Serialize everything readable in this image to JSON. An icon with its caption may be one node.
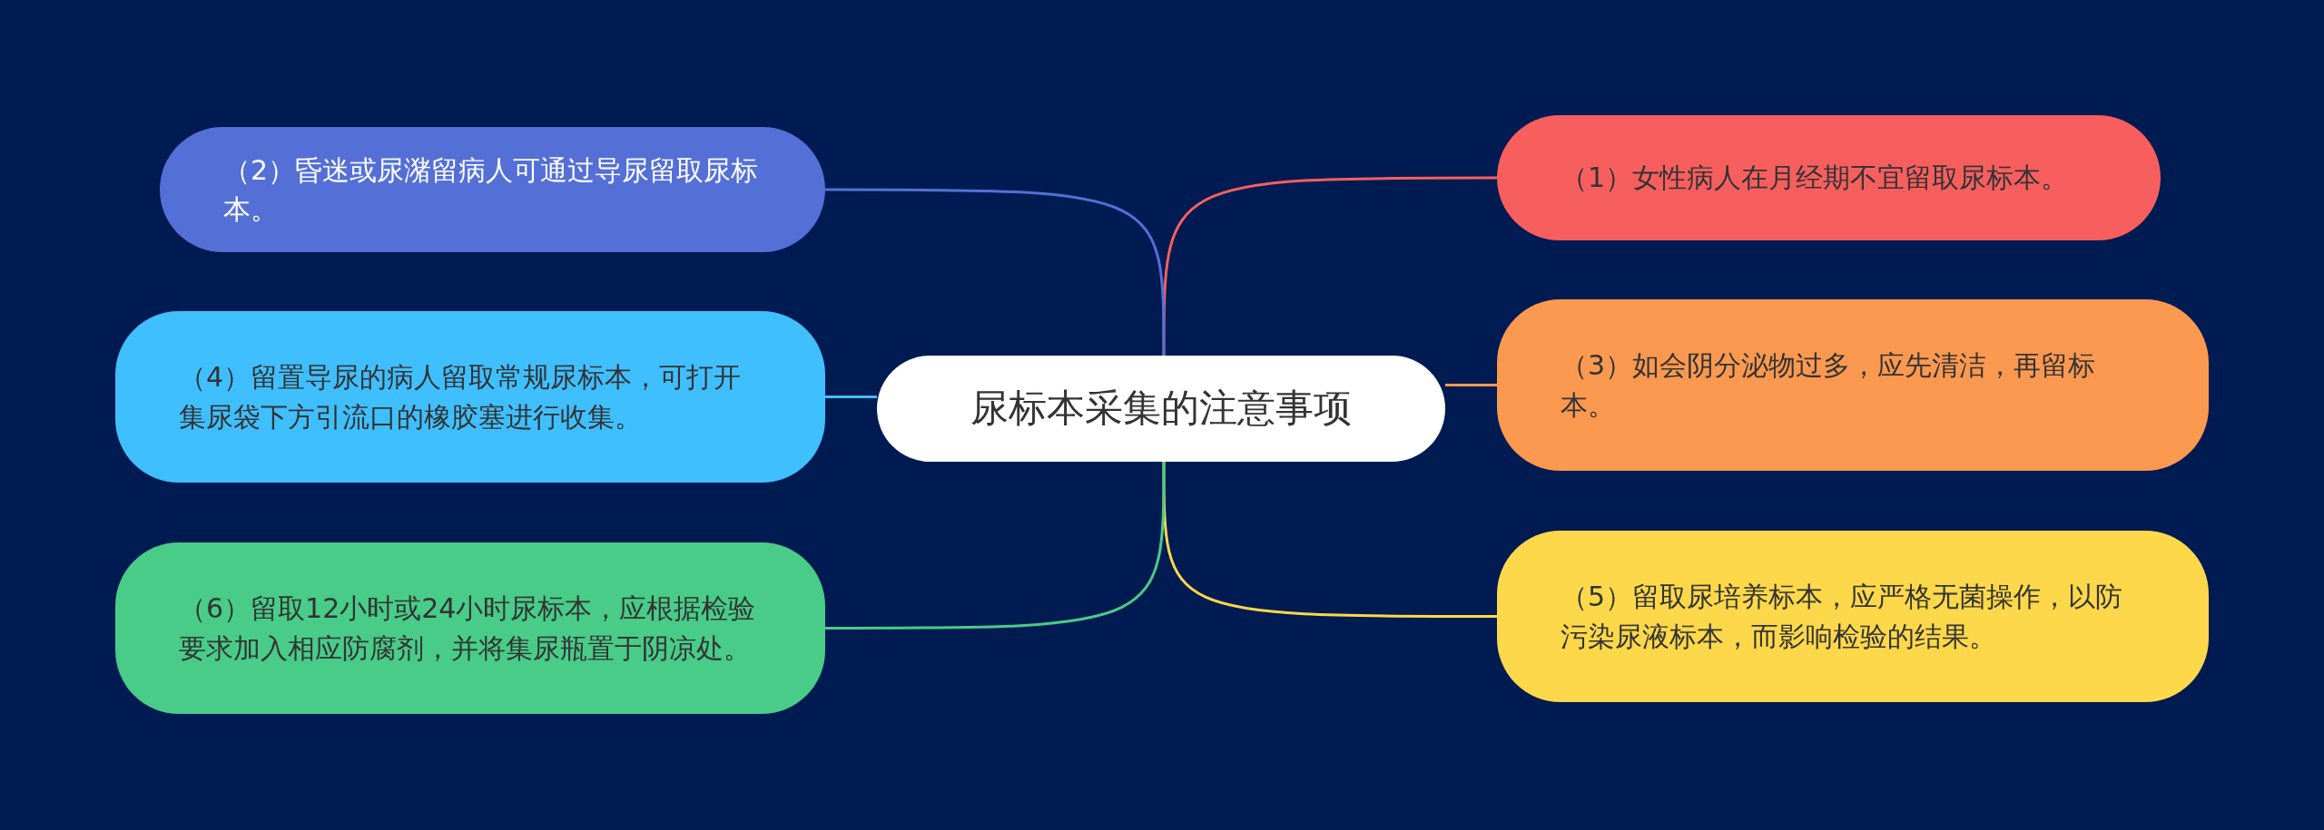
{
  "diagram": {
    "nodes": [
      {
        "text": [
          "尿标本采集的注意事项"
        ]
      },
      {
        "text": [
          "（1）女性病人在月经期不宜留取尿标本。"
        ]
      },
      {
        "text": [
          "（2）昏迷或尿潴留病人可通过导尿留取尿标本。"
        ]
      },
      {
        "text": [
          "（3）如会阴分泌物过多，应先清洁，再留标本。"
        ]
      },
      {
        "text": [
          "（4）留置导尿的病人留取常规尿标本，可打开集尿袋下方引流口的橡胶塞进行收集。"
        ]
      },
      {
        "text": [
          "（5）留取尿培养标本，应严格无菌操作，以防污染尿液标本，而影响检验的结果。"
        ]
      },
      {
        "text": [
          "（6）留取12小时或24小时尿标本，应根据检验要求加入相应防腐剂，并将集尿瓶置于阴凉处。"
        ]
      }
    ],
    "edges": [
      {
        "from": 0,
        "to": 1,
        "arrow": "none",
        "color": "#f75f5f"
      },
      {
        "from": 0,
        "to": 2,
        "arrow": "none",
        "color": "#5470d6"
      },
      {
        "from": 0,
        "to": 3,
        "arrow": "none",
        "color": "#fc9950"
      },
      {
        "from": 0,
        "to": 4,
        "arrow": "none",
        "color": "#40bfff"
      },
      {
        "from": 0,
        "to": 5,
        "arrow": "none",
        "color": "#fdd84a"
      },
      {
        "from": 0,
        "to": 6,
        "arrow": "none",
        "color": "#48cc88"
      }
    ]
  }
}
